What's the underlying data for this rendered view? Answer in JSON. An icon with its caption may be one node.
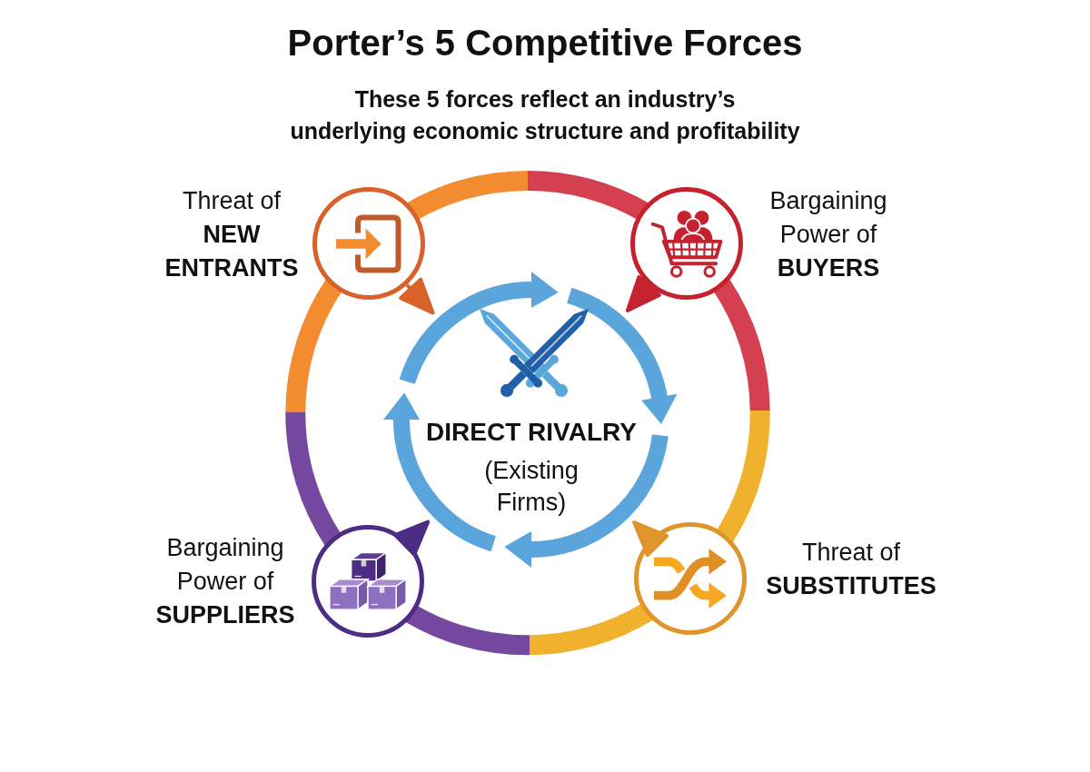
{
  "diagram": {
    "title": "Porter’s 5 Competitive Forces",
    "nodes": [
      {
        "text": [],
        "shape": "circle",
        "beside": [
          "Threat of **NEW ENTRANTS**"
        ]
      },
      {
        "text": [],
        "shape": "circle",
        "beside": [
          "Bargaining Power of **BUYERS**"
        ]
      },
      {
        "text": [
          "DIRECT RIVALRY",
          "(Existing Firms)"
        ]
      },
      {
        "text": [],
        "shape": "circle",
        "beside": [
          "Bargaining Power of **SUPPLIERS**"
        ]
      },
      {
        "text": [],
        "shape": "circle",
        "beside": [
          "Threat of **SUBSTITUTES**"
        ]
      }
    ],
    "edges": [
      {
        "from": 0,
        "to": 1,
        "arrow": "none"
      },
      {
        "from": 1,
        "to": 4,
        "arrow": "none"
      },
      {
        "from": 4,
        "to": 3,
        "arrow": "none"
      },
      {
        "from": 3,
        "to": 0,
        "arrow": "none"
      },
      {
        "from": 0,
        "to": 2,
        "arrow": "to",
        "color": "#d9622b"
      },
      {
        "from": 1,
        "to": 2,
        "arrow": "to",
        "color": "#c4222f"
      },
      {
        "from": 4,
        "to": 2,
        "arrow": "to",
        "color": "#e0952b"
      },
      {
        "from": 3,
        "to": 2,
        "arrow": "to",
        "color": "#4d2c84"
      }
    ],
    "labels": [
      "These 5 forces reflect an industry’s underlying economic structure and profitability"
    ]
  }
}
